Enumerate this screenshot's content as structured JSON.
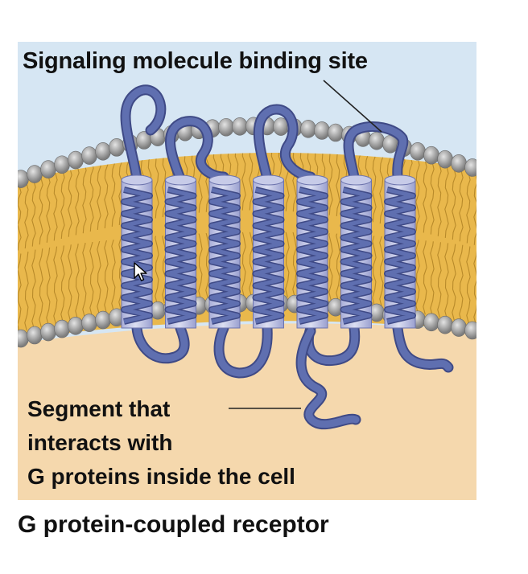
{
  "labels": {
    "binding_site": "Signaling molecule binding site",
    "segment_lines": [
      "Segment that",
      "interacts with",
      "G proteins inside the cell"
    ],
    "caption": "G protein-coupled receptor"
  },
  "colors": {
    "outside_background": "#d6e6f3",
    "cytoplasm": "#f5d8ad",
    "lipid_head": "#9b9b9b",
    "lipid_tail": "#e9b84c",
    "helix_ribbon": "#5f6fb0",
    "helix_cylinder": "#c7cbe8",
    "text": "#111111"
  },
  "diagram": {
    "transmembrane_helix_count": 7,
    "icons": [
      "mouse-cursor-icon"
    ]
  }
}
